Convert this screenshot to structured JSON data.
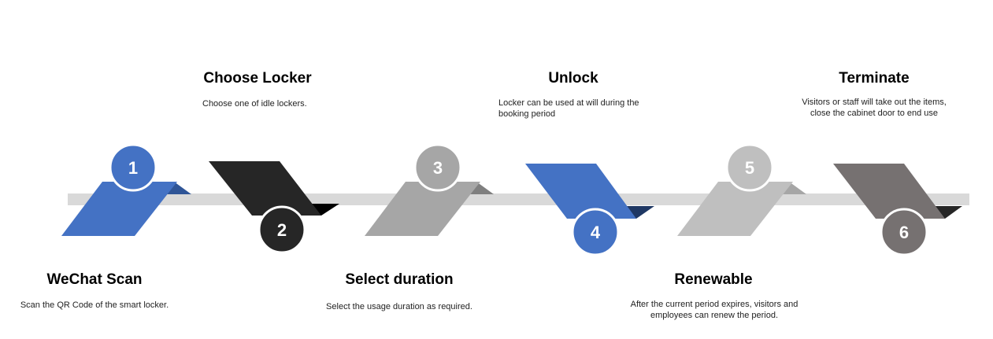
{
  "colors": {
    "track": "#d9d9d9",
    "step1": "#4472c4",
    "step2": "#262626",
    "step3": "#a6a6a6",
    "step4": "#4472c4",
    "step5": "#bfbfbf",
    "step6": "#767171"
  },
  "steps": [
    {
      "number": "1",
      "title": "WeChat Scan",
      "description": "Scan the QR Code of the smart locker."
    },
    {
      "number": "2",
      "title": "Choose Locker",
      "description": "Choose one of idle lockers."
    },
    {
      "number": "3",
      "title": "Select duration",
      "description": "Select the usage duration as required."
    },
    {
      "number": "4",
      "title": "Unlock",
      "description": "Locker can be used at will during the booking period"
    },
    {
      "number": "5",
      "title": "Renewable",
      "description": "After the current period expires, visitors and employees can renew the period."
    },
    {
      "number": "6",
      "title": "Terminate",
      "description": "Visitors or staff will take out the items, close the cabinet door to end use"
    }
  ]
}
